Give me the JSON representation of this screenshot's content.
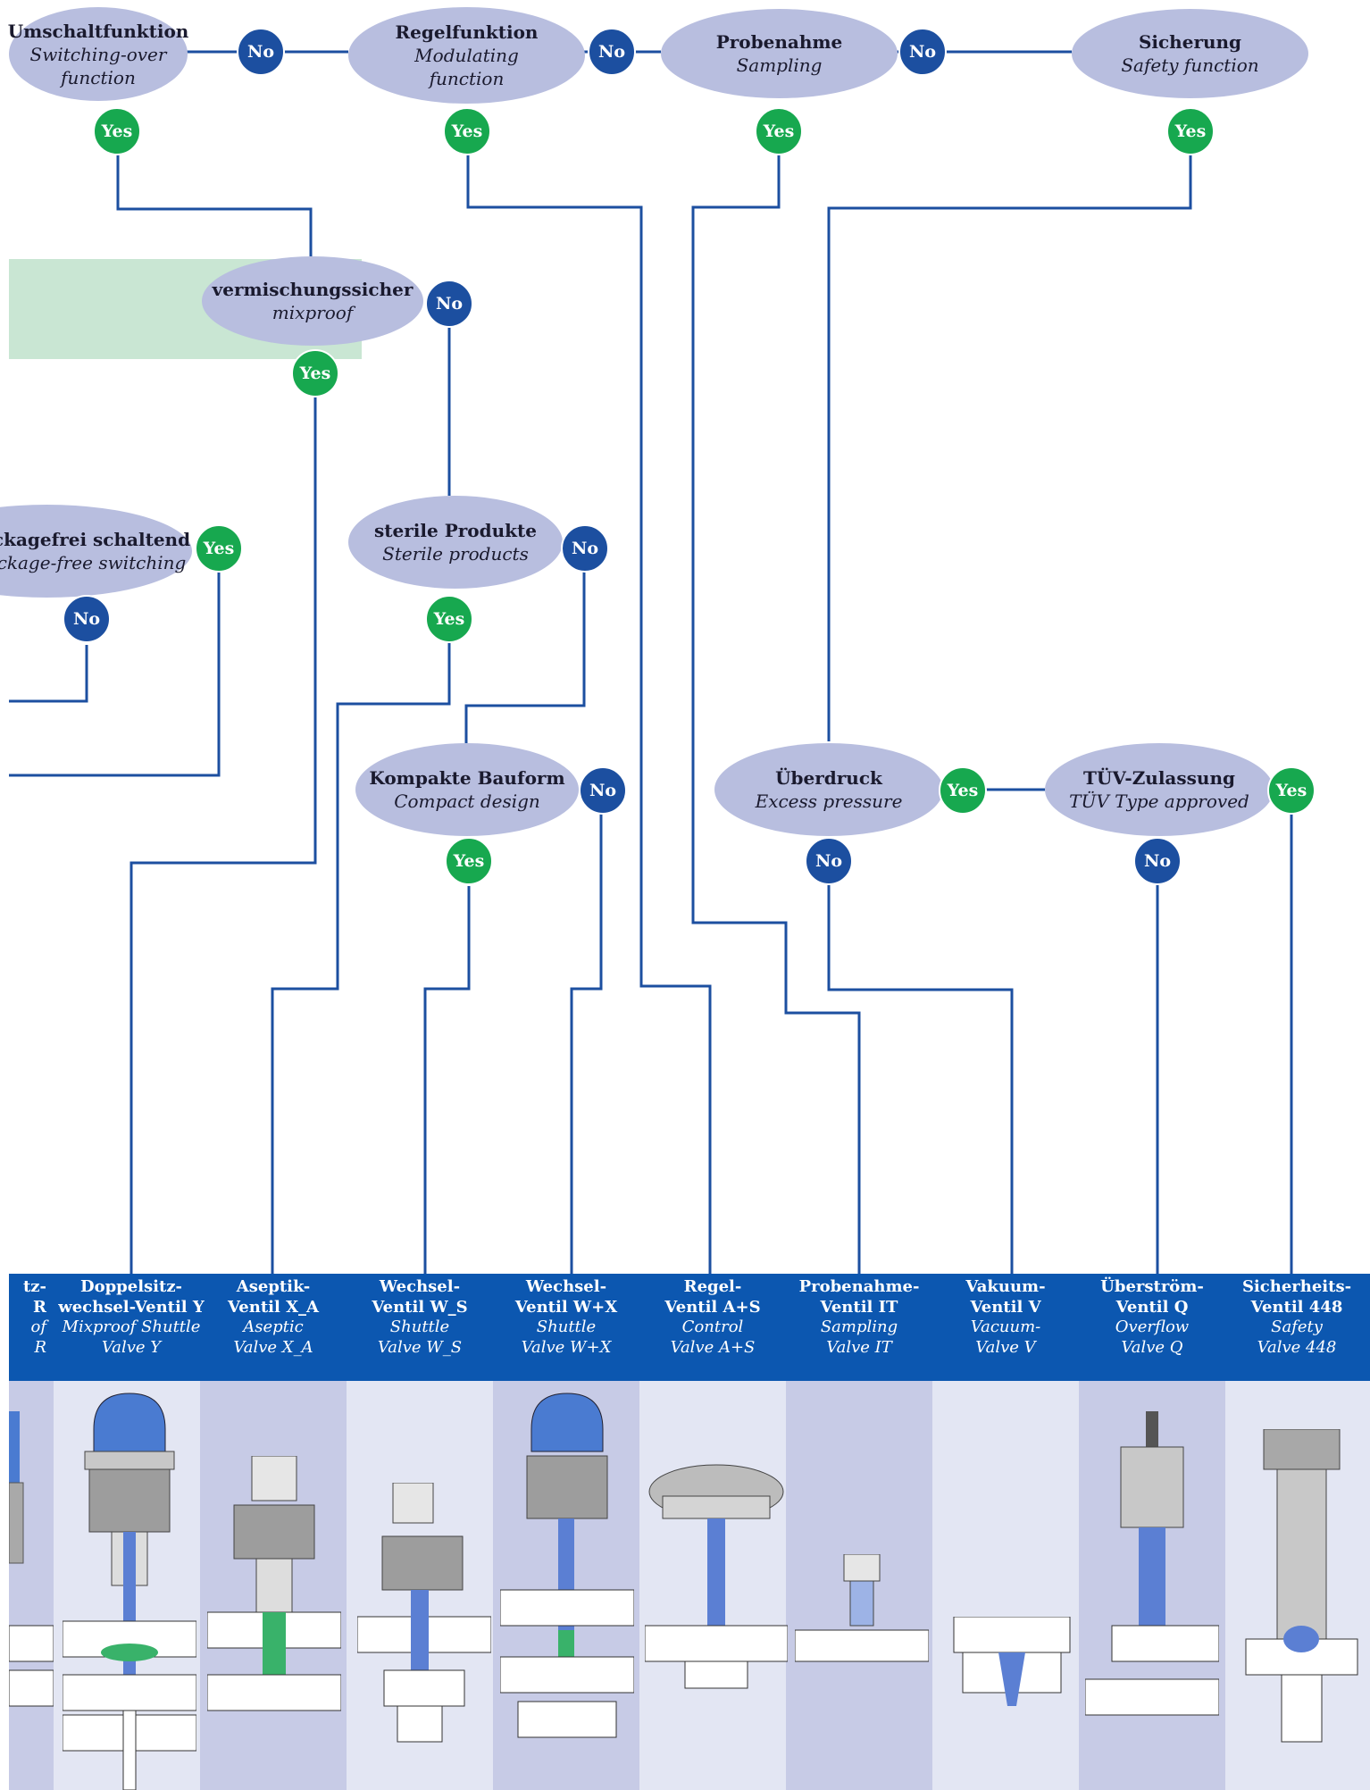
{
  "nodes": {
    "switching": {
      "de": "Umschaltfunktion",
      "en1": "Switching-over",
      "en2": "function"
    },
    "modulating": {
      "de": "Regelfunktion",
      "en1": "Modulating",
      "en2": "function"
    },
    "sampling": {
      "de": "Probenahme",
      "en1": "Sampling"
    },
    "safety": {
      "de": "Sicherung",
      "en1": "Safety function"
    },
    "mixproof": {
      "de": "vermischungssicher",
      "en1": "mixproof"
    },
    "leakage": {
      "de": "ckagefrei schaltend",
      "en1": "ckage-free switching"
    },
    "sterile": {
      "de": "sterile Produkte",
      "en1": "Sterile products"
    },
    "compact": {
      "de": "Kompakte Bauform",
      "en1": "Compact design"
    },
    "excess": {
      "de": "Überdruck",
      "en1": "Excess pressure"
    },
    "tuv": {
      "de": "TÜV-Zulassung",
      "en1": "TÜV Type approved"
    }
  },
  "labels": {
    "yes": "Yes",
    "no": "No"
  },
  "columns": [
    {
      "de1": "tz-",
      "de2": "R",
      "en1": "of",
      "en2": "R"
    },
    {
      "de1": "Doppelsitz-",
      "de2": "wechsel-Ventil Y",
      "en1": "Mixproof Shuttle",
      "en2": "Valve Y"
    },
    {
      "de1": "Aseptik-",
      "de2": "Ventil X_A",
      "en1": "Aseptic",
      "en2": "Valve X_A"
    },
    {
      "de1": "Wechsel-",
      "de2": "Ventil W_S",
      "en1": "Shuttle",
      "en2": "Valve W_S"
    },
    {
      "de1": "Wechsel-",
      "de2": "Ventil W+X",
      "en1": "Shuttle",
      "en2": "Valve W+X"
    },
    {
      "de1": "Regel-",
      "de2": "Ventil A+S",
      "en1": "Control",
      "en2": "Valve A+S"
    },
    {
      "de1": "Probenahme-",
      "de2": "Ventil IT",
      "en1": "Sampling",
      "en2": "Valve IT"
    },
    {
      "de1": "Vakuum-",
      "de2": "Ventil V",
      "en1": "Vacuum-",
      "en2": "Valve V"
    },
    {
      "de1": "Überström-",
      "de2": "Ventil Q",
      "en1": "Overflow",
      "en2": "Valve Q"
    },
    {
      "de1": "Sicherheits-",
      "de2": "Ventil 448",
      "en1": "Safety",
      "en2": "Valve 448"
    }
  ],
  "colors": {
    "node": "#b8bedf",
    "no": "#1c4fa0",
    "yes": "#17a84f",
    "line": "#1c4fa0",
    "header": "#0c57b0",
    "panel": "#c9e6d3"
  }
}
